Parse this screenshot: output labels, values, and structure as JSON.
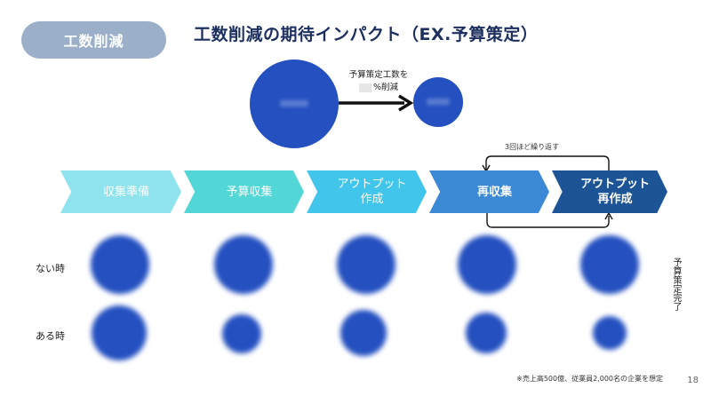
{
  "tag_label": "工数削減",
  "title": "工数削減の期待インパクト（EX.予算策定）",
  "reduction": {
    "line1": "予算策定工数を",
    "line2_suffix": "%削減",
    "before_label": "00000",
    "after_label": "0000"
  },
  "loop_note": "3回ほど繰り返す",
  "steps": [
    {
      "line1": "収集準備",
      "line2": ""
    },
    {
      "line1": "予算収集",
      "line2": ""
    },
    {
      "line1": "アウトプット",
      "line2": "作成"
    },
    {
      "line1": "再収集",
      "line2": ""
    },
    {
      "line1": "アウトプット",
      "line2": "再作成"
    }
  ],
  "rows": {
    "without": "ない時",
    "with": "ある時"
  },
  "side_note": "予算策定完了",
  "footnote": "※売上高500億、従業員2,000名の企業を想定",
  "page_number": "18",
  "colors": {
    "primary_circle": "#2450c0",
    "title": "#1d2f5e"
  }
}
